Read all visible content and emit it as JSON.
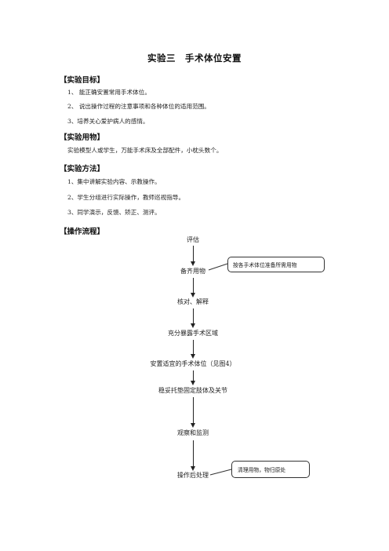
{
  "title": "实验三　手术体位安置",
  "sections": {
    "objectives": {
      "heading": "【实验目标】",
      "items": [
        "1、 能正确安置常用手术体位。",
        "2、 说出操作过程的注意事项和各种体位的适用范围。",
        "3、培养关心爱护病人的感情。"
      ]
    },
    "materials": {
      "heading": "【实验用物】",
      "items": [
        "实验模型人或学生，万能手术床及全部配件，小枕头数个。"
      ]
    },
    "methods": {
      "heading": "【实验方法】",
      "items": [
        "1、集中讲解实验内容、示教操作。",
        "2、学生分组进行实际操作，教师巡视指导。",
        "3、同学演示，反馈、矫正、测评。"
      ]
    },
    "flow": {
      "heading": "【操作流程】",
      "steps": [
        "评估",
        "备齐用物",
        "核对、解释",
        "充分暴露手术区域",
        "安置适宜的手术体位（见图4）",
        "稳妥托垫固定肢体及关节",
        "观察和监测",
        "操作后处理"
      ],
      "notes": [
        "按各手术体位准备所需用物",
        "清理用物，物归原处"
      ]
    }
  }
}
